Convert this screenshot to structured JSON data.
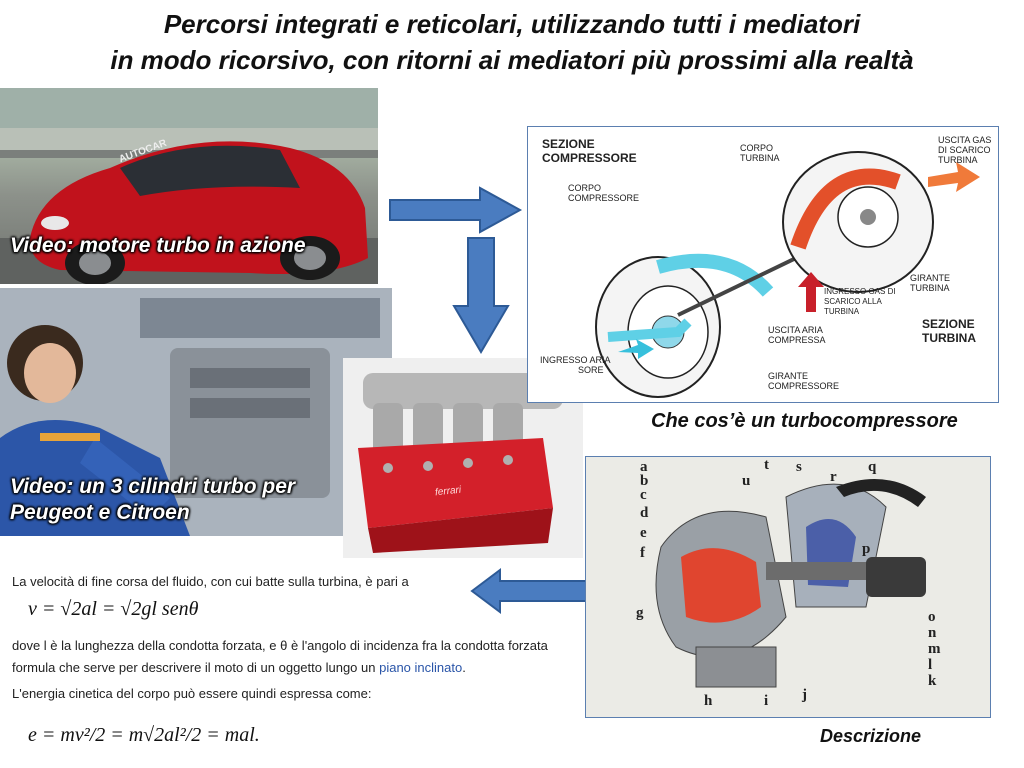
{
  "title": {
    "line1": "Percorsi integrati  e reticolari, utilizzando tutti  i mediatori",
    "line2": "in modo ricorsivo, con ritorni ai mediatori più prossimi alla realtà"
  },
  "photos": {
    "car_caption": "Video: motore turbo in azione",
    "car_watermark": "AUTOCAR",
    "worker_caption_1": "Video: un 3 cilindri turbo per",
    "worker_caption_2": "Peugeot e Citroen",
    "engine_brand": "ferrari"
  },
  "diagram": {
    "caption": "Che cos’è un turbocompressore",
    "labels": {
      "sezione_compressore_1": "SEZIONE",
      "sezione_compressore_2": "COMPRESSORE",
      "corpo_compressore_1": "CORPO",
      "corpo_compressore_2": "COMPRESSORE",
      "corpo_turbina_1": "CORPO",
      "corpo_turbina_2": "TURBINA",
      "uscita_gas_1": "USCITA GAS",
      "uscita_gas_2": "DI SCARICO",
      "uscita_gas_3": "TURBINA",
      "girante_turbina_1": "GIRANTE",
      "girante_turbina_2": "TURBINA",
      "ingresso_gas_1": "INGRESSO GAS DI",
      "ingresso_gas_2": "SCARICO ALLA",
      "ingresso_gas_3": "TURBINA",
      "uscita_aria_1": "USCITA ARIA",
      "uscita_aria_2": "COMPRESSA",
      "sezione_turbina_1": "SEZIONE",
      "sezione_turbina_2": "TURBINA",
      "ingresso_aria_1": "INGRESSO ARIA",
      "ingresso_aria_2": "SORE",
      "girante_compressore_1": "GIRANTE",
      "girante_compressore_2": "COMPRESSORE"
    }
  },
  "cutaway": {
    "caption": "Descrizione",
    "letters": [
      "a",
      "b",
      "c",
      "d",
      "e",
      "f",
      "g",
      "h",
      "i",
      "j",
      "k",
      "l",
      "m",
      "n",
      "o",
      "p",
      "q",
      "r",
      "s",
      "t",
      "u"
    ]
  },
  "formula": {
    "intro": "La velocità di fine corsa del fluido, con cui batte sulla turbina, è pari a",
    "eq1": "v = √2al = √2gl senθ",
    "desc1": "dove l è la lunghezza della condotta forzata, e θ è l'angolo di incidenza fra la condotta forzata",
    "desc2_prefix": "formula che serve per descrivere il moto di un oggetto lungo un ",
    "desc2_link": "piano inclinato",
    "desc2_suffix": ".",
    "desc3": "L'energia cinetica del corpo può essere quindi espressa come:",
    "eq2": "e = mv²/2 = m√2al²/2 = mal."
  },
  "colors": {
    "arrow_fill": "#4a7cc0",
    "arrow_stroke": "#2d5a96",
    "panel_border": "#5b7fb0"
  }
}
